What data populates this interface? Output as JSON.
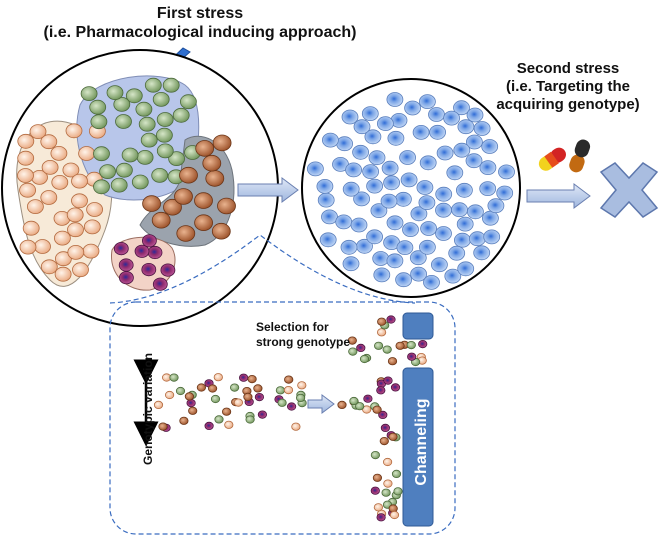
{
  "first_stress": {
    "title": "First stress",
    "subtitle": "(i.e. Pharmacological inducing approach)"
  },
  "second_stress": {
    "title": "Second stress",
    "line2": "(i.e. Targeting the",
    "line3": "acquiring genotype)"
  },
  "selection_label": {
    "line1": "Selection for",
    "line2": "strong genotype"
  },
  "genotypic_variation_label": "Genotypic variation",
  "channeling_label": "Channeling",
  "colors": {
    "peach_cell": "#f6c9a6",
    "green_cell": "#93b07a",
    "brown_cell": "#b86b3f",
    "purple_cell": "#8e2b6e",
    "blue_cell": "#8fb4e8",
    "arrow_blue": "#a9bde0",
    "channel_blue": "#4f7fbf",
    "x_mark": "#a9bde0"
  },
  "icons": [
    "lightning-icon",
    "capsule-icon",
    "cross-x-icon",
    "double-arrow-icon"
  ]
}
